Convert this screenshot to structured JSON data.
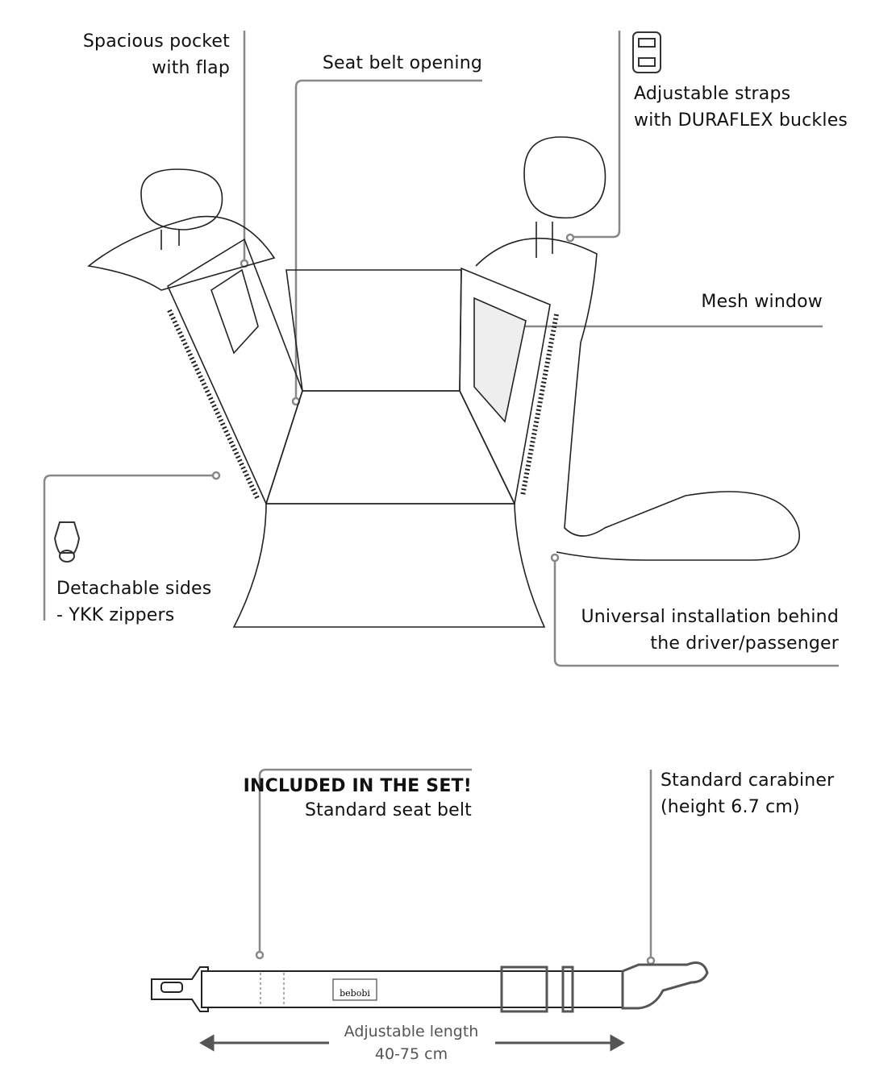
{
  "callouts": {
    "pocket": [
      "Spacious pocket",
      "with flap"
    ],
    "seatbelt_opening": "Seat belt opening",
    "straps": [
      "Adjustable straps",
      "with DURAFLEX buckles"
    ],
    "mesh": "Mesh window",
    "sides": [
      "Detachable sides",
      "- YKK zippers"
    ],
    "install": [
      "Universal installation behind",
      "the driver/passenger"
    ],
    "included_heading": "INCLUDED IN THE SET!",
    "included_item": "Standard seat belt",
    "carabiner": [
      "Standard carabiner",
      "(height 6.7 cm)"
    ],
    "length": [
      "Adjustable length",
      "40-75 cm"
    ]
  },
  "logo_text": "bebobi",
  "colors": {
    "line": "#888888",
    "ink": "#111111"
  }
}
